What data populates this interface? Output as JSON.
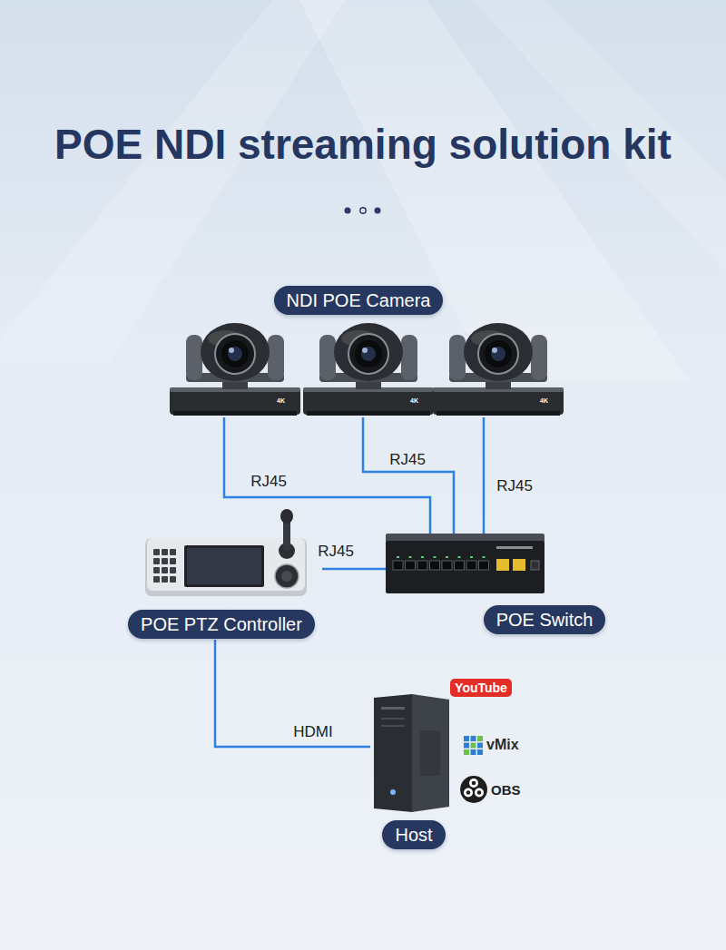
{
  "diagram": {
    "title": "POE NDI streaming solution kit",
    "nodes": [
      {
        "text": [
          "NDI POE Camera"
        ]
      },
      {
        "text": [
          "4K"
        ],
        "in": 0
      },
      {
        "text": [
          "4K"
        ],
        "in": 0
      },
      {
        "text": [
          "4K"
        ],
        "in": 0
      },
      {
        "text": [
          "POE PTZ Controller"
        ]
      },
      {
        "text": [
          "POE Switch"
        ]
      },
      {
        "text": [
          "Host"
        ]
      }
    ],
    "edges": [
      {
        "from": 1,
        "to": 5,
        "label": "RJ45",
        "arrow": "none"
      },
      {
        "from": 2,
        "to": 5,
        "label": "RJ45",
        "arrow": "none"
      },
      {
        "from": 3,
        "to": 5,
        "label": "RJ45",
        "arrow": "none"
      },
      {
        "from": 4,
        "to": 5,
        "label": "RJ45",
        "arrow": "none"
      },
      {
        "from": 4,
        "to": 6,
        "label": "HDMI",
        "arrow": "none"
      }
    ],
    "labels": [
      "YouTube",
      "vMix",
      "OBS"
    ]
  }
}
